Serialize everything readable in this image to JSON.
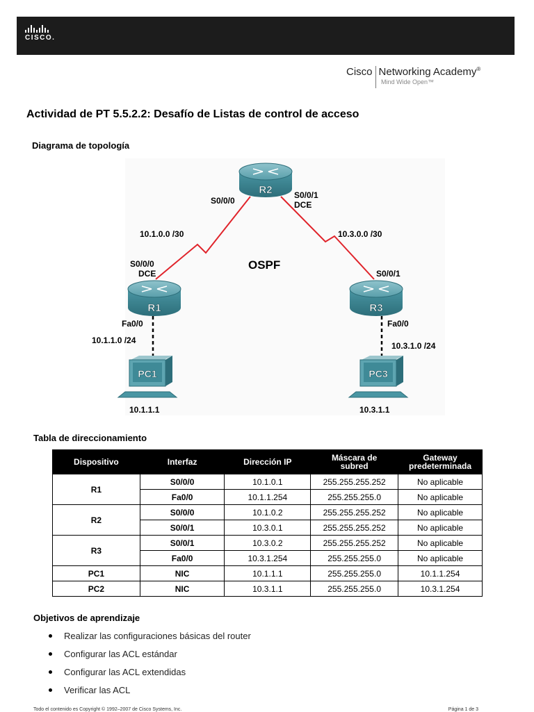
{
  "header": {
    "logo_text": "CISCO.",
    "academy_brand": "Cisco",
    "academy_name": "Networking Academy",
    "academy_mark": "®",
    "academy_tagline": "Mind Wide Open™"
  },
  "title": "Actividad de PT 5.5.2.2: Desafío de Listas de control de acceso",
  "topology": {
    "heading": "Diagrama de topología",
    "protocol": "OSPF",
    "routers": [
      {
        "name": "R2"
      },
      {
        "name": "R1"
      },
      {
        "name": "R3"
      }
    ],
    "pcs": [
      {
        "name": "PC1",
        "ip": "10.1.1.1"
      },
      {
        "name": "PC3",
        "ip": "10.3.1.1"
      }
    ],
    "labels": {
      "r2_s000": "S0/0/0",
      "r2_s001": "S0/0/1",
      "r2_dce": "DCE",
      "r1_s000": "S0/0/0",
      "r1_dce": "DCE",
      "r3_s001": "S0/0/1",
      "r1_fa00": "Fa0/0",
      "r3_fa00": "Fa0/0",
      "net_left": "10.1.0.0 /30",
      "net_right": "10.3.0.0 /30",
      "lan_left": "10.1.1.0 /24",
      "lan_right": "10.3.1.0 /24"
    },
    "colors": {
      "serial_link": "#e0242b",
      "router_body": "#3c8593",
      "router_top": "#6aa9b4"
    }
  },
  "addressing": {
    "heading": "Tabla de direccionamiento",
    "headers": {
      "device": "Dispositivo",
      "interface": "Interfaz",
      "ip": "Dirección IP",
      "mask_1": "Máscara de",
      "mask_2": "subred",
      "gw_1": "Gateway",
      "gw_2": "predeterminada"
    },
    "devices": [
      {
        "name": "R1",
        "rows": [
          {
            "interface": "S0/0/0",
            "ip": "10.1.0.1",
            "mask": "255.255.255.252",
            "gateway": "No aplicable"
          },
          {
            "interface": "Fa0/0",
            "ip": "10.1.1.254",
            "mask": "255.255.255.0",
            "gateway": "No aplicable"
          }
        ]
      },
      {
        "name": "R2",
        "rows": [
          {
            "interface": "S0/0/0",
            "ip": "10.1.0.2",
            "mask": "255.255.255.252",
            "gateway": "No aplicable"
          },
          {
            "interface": "S0/0/1",
            "ip": "10.3.0.1",
            "mask": "255.255.255.252",
            "gateway": "No aplicable"
          }
        ]
      },
      {
        "name": "R3",
        "rows": [
          {
            "interface": "S0/0/1",
            "ip": "10.3.0.2",
            "mask": "255.255.255.252",
            "gateway": "No aplicable"
          },
          {
            "interface": "Fa0/0",
            "ip": "10.3.1.254",
            "mask": "255.255.255.0",
            "gateway": "No aplicable"
          }
        ]
      },
      {
        "name": "PC1",
        "rows": [
          {
            "interface": "NIC",
            "ip": "10.1.1.1",
            "mask": "255.255.255.0",
            "gateway": "10.1.1.254"
          }
        ]
      },
      {
        "name": "PC2",
        "rows": [
          {
            "interface": "NIC",
            "ip": "10.3.1.1",
            "mask": "255.255.255.0",
            "gateway": "10.3.1.254"
          }
        ]
      }
    ]
  },
  "objectives": {
    "heading": "Objetivos de aprendizaje",
    "items": [
      "Realizar las configuraciones básicas del router",
      "Configurar las ACL estándar",
      "Configurar las ACL extendidas",
      "Verificar las ACL"
    ]
  },
  "footer": {
    "copyright": "Todo el contenido es Copyright © 1992–2007 de Cisco Systems, Inc.",
    "page": "Página 1 de 3"
  }
}
